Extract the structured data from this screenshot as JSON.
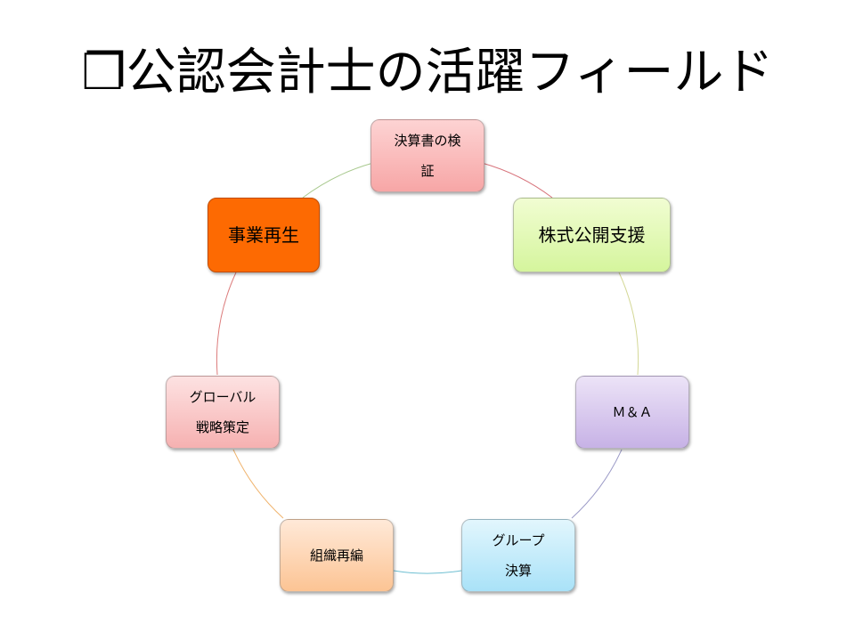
{
  "title": "❐公認会計士の活躍フィールド",
  "nodes": [
    {
      "key": "verify",
      "lines": [
        "決算書の検",
        "証"
      ]
    },
    {
      "key": "ipo",
      "lines": [
        "株式公開支援"
      ]
    },
    {
      "key": "ma",
      "lines": [
        "Ｍ＆Ａ"
      ]
    },
    {
      "key": "group",
      "lines": [
        "グループ",
        "決算"
      ]
    },
    {
      "key": "reorg",
      "lines": [
        "組織再編"
      ]
    },
    {
      "key": "global",
      "lines": [
        "グローバル",
        "戦略策定"
      ]
    },
    {
      "key": "revival",
      "lines": [
        "事業再生"
      ]
    }
  ],
  "colors": {
    "revival": "#fd6a02",
    "verify": "#f7a6a6",
    "ipo": "#d5f59d",
    "ma": "#c7b2e6",
    "group": "#a9e2f8",
    "reorg": "#fcc494",
    "global": "#f6b1b1"
  }
}
